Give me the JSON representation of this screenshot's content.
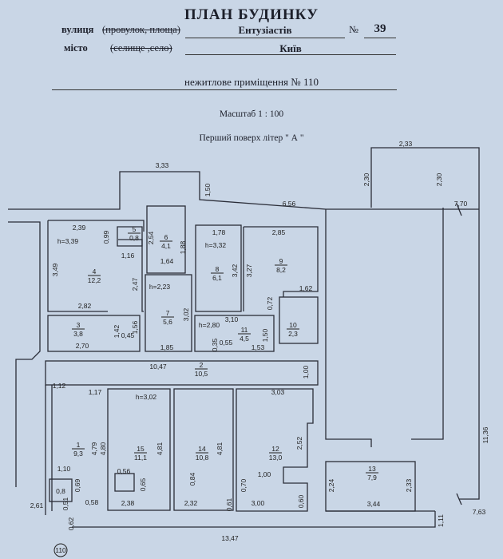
{
  "header": {
    "title": "ПЛАН БУДИНКУ",
    "street_label": "вулиця",
    "street_alt": "(провулок, площа)",
    "street_value": "Ентузіастів",
    "number_label": "№",
    "number_value": "39",
    "city_label": "місто",
    "city_alt": "(селище ,село)",
    "city_value": "Київ",
    "premises": "нежитлове приміщення № 110",
    "scale": "Масштаб 1 : 100",
    "floor": "Перший поверх літер \" А \""
  },
  "plan": {
    "unit_badge": "110",
    "rooms": [
      {
        "num": "1",
        "area": "9,3"
      },
      {
        "num": "2",
        "area": "10,5"
      },
      {
        "num": "3",
        "area": "3,8"
      },
      {
        "num": "4",
        "area": "12,2"
      },
      {
        "num": "5",
        "area": "0,8"
      },
      {
        "num": "6",
        "area": "4,1"
      },
      {
        "num": "7",
        "area": "5,6"
      },
      {
        "num": "8",
        "area": "6,1"
      },
      {
        "num": "9",
        "area": "8,2"
      },
      {
        "num": "10",
        "area": "2,3"
      },
      {
        "num": "11",
        "area": "4,5"
      },
      {
        "num": "12",
        "area": "13,0"
      },
      {
        "num": "13",
        "area": "7,9"
      },
      {
        "num": "14",
        "area": "10,8"
      },
      {
        "num": "15",
        "area": "11,1"
      }
    ],
    "heights": [
      "h=3,39",
      "h=2,23",
      "h=3,32",
      "h=2,80",
      "h=3,02"
    ],
    "dimensions": [
      "3,33",
      "1,50",
      "6,56",
      "2,33",
      "2,30",
      "2,30",
      "7,70",
      "2,39",
      "0,99",
      "1,16",
      "3,49",
      "2,47",
      "2,82",
      "1,42",
      "1,56",
      "0,45",
      "2,70",
      "2,54",
      "1,88",
      "1,64",
      "3,02",
      "1,85",
      "1,78",
      "3,42",
      "2,85",
      "3,27",
      "1,62",
      "0,72",
      "3,10",
      "0,35",
      "0,55",
      "1,53",
      "1,50",
      "10,47",
      "1,00",
      "1,12",
      "1,17",
      "3,03",
      "4,79",
      "4,80",
      "4,81",
      "4,81",
      "2,52",
      "1,10",
      "0,69",
      "0,56",
      "0,65",
      "0,84",
      "0,70",
      "1,00",
      "2,24",
      "2,33",
      "2,61",
      "0,58",
      "2,38",
      "2,32",
      "0,61",
      "3,00",
      "0,60",
      "3,44",
      "0,51",
      "0,62",
      "13,47",
      "1,11",
      "7,63",
      "11,36",
      "0,8"
    ]
  }
}
